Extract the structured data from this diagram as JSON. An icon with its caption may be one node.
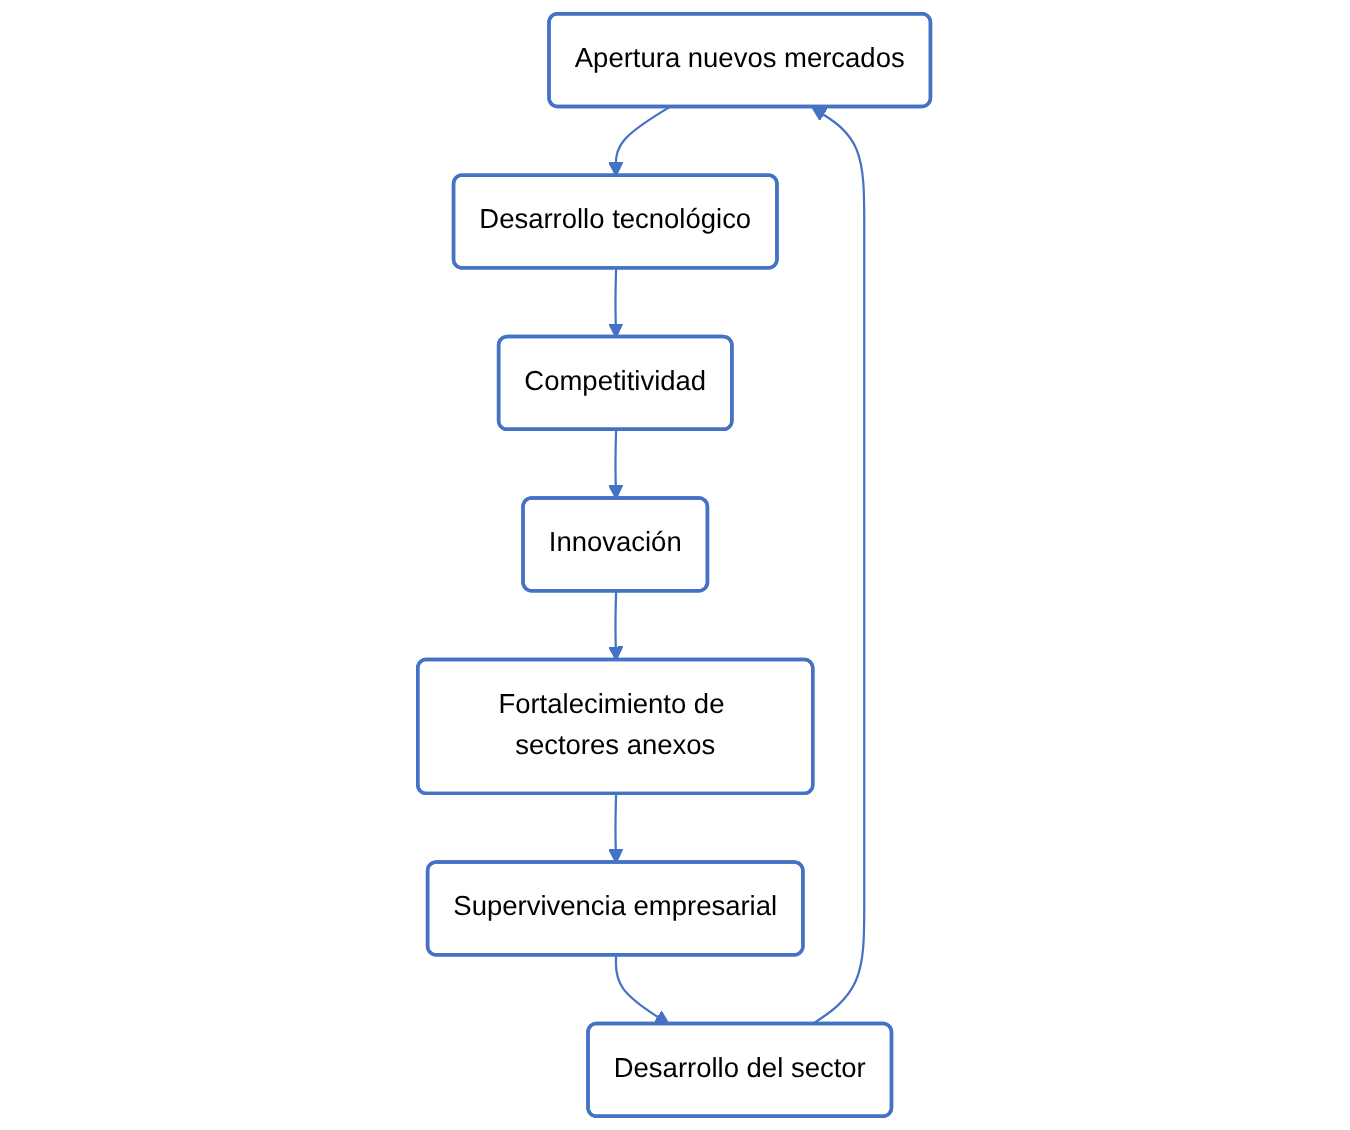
{
  "diagram": {
    "nodes": [
      {
        "text": [
          "Apertura nuevos mercados"
        ]
      },
      {
        "text": [
          "Desarrollo tecnológico"
        ]
      },
      {
        "text": [
          "Competitividad"
        ]
      },
      {
        "text": [
          "Innovación"
        ]
      },
      {
        "text": [
          "Fortalecimiento de sectores anexos"
        ]
      },
      {
        "text": [
          "Supervivencia empresarial"
        ]
      },
      {
        "text": [
          "Desarrollo del sector"
        ]
      }
    ],
    "edges": [
      {
        "from": 0,
        "to": 1,
        "arrow": "to"
      },
      {
        "from": 1,
        "to": 2,
        "arrow": "to"
      },
      {
        "from": 2,
        "to": 3,
        "arrow": "to"
      },
      {
        "from": 3,
        "to": 4,
        "arrow": "to"
      },
      {
        "from": 4,
        "to": 5,
        "arrow": "to"
      },
      {
        "from": 5,
        "to": 6,
        "arrow": "to"
      },
      {
        "from": 6,
        "to": 0,
        "arrow": "to"
      }
    ]
  }
}
